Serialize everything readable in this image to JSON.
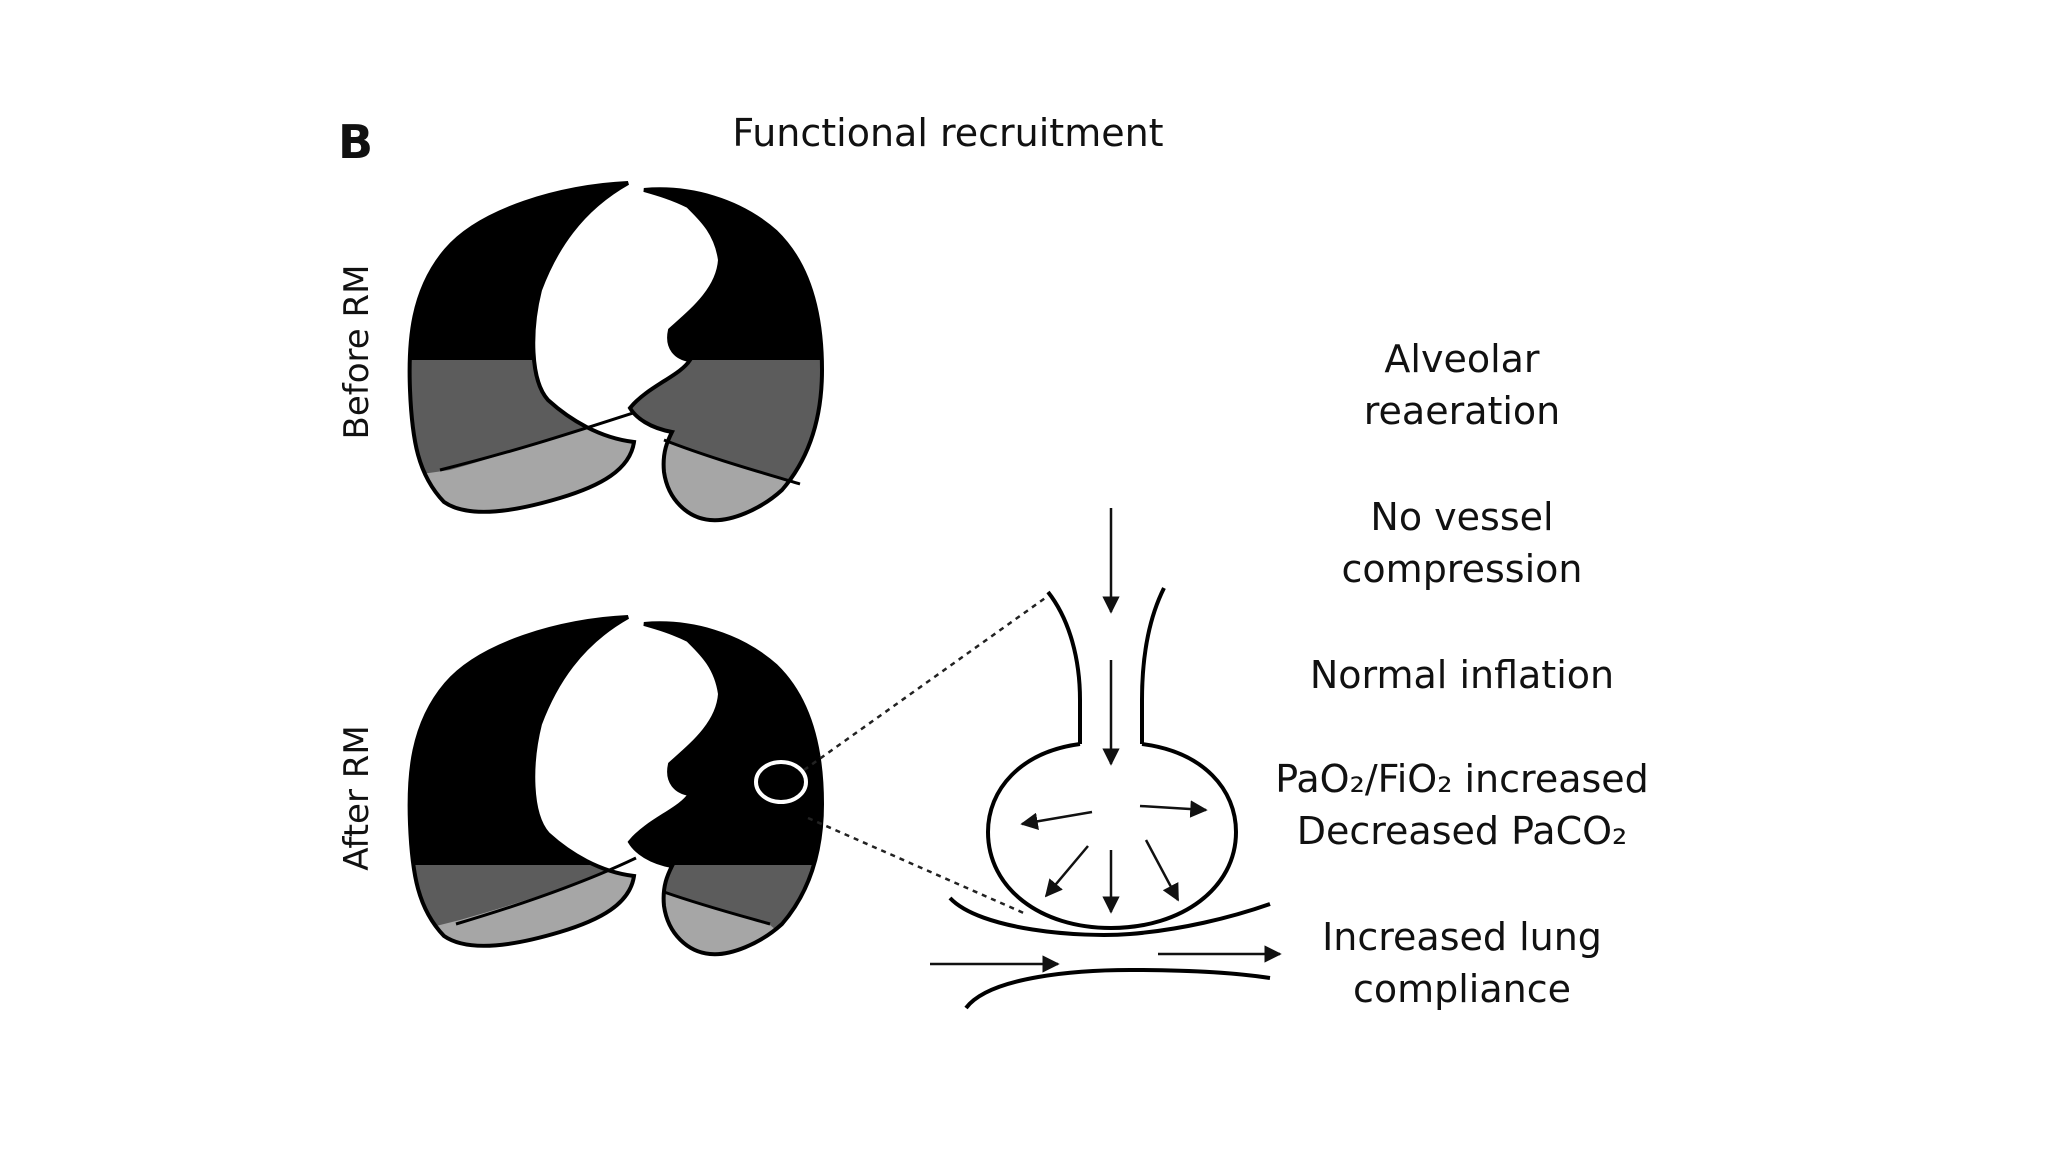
{
  "figure": {
    "panel_label": "B",
    "title": "Functional recruitment",
    "rows": {
      "before": "Before RM",
      "after": "After RM"
    },
    "effects": [
      {
        "line1": "Alveolar",
        "line2": "reaeration"
      },
      {
        "line1": "No vessel",
        "line2": "compression"
      },
      {
        "line1": "Normal inflation",
        "line2": ""
      },
      {
        "line1": "PaO₂/FiO₂ increased",
        "line2": "Decreased PaCO₂"
      },
      {
        "line1": "Increased lung",
        "line2": "compliance"
      }
    ],
    "colors": {
      "aerated": "#000000",
      "poorly_aerated": "#5c5c5c",
      "non_aerated": "#a6a6a6",
      "background": "#ffffff"
    }
  }
}
